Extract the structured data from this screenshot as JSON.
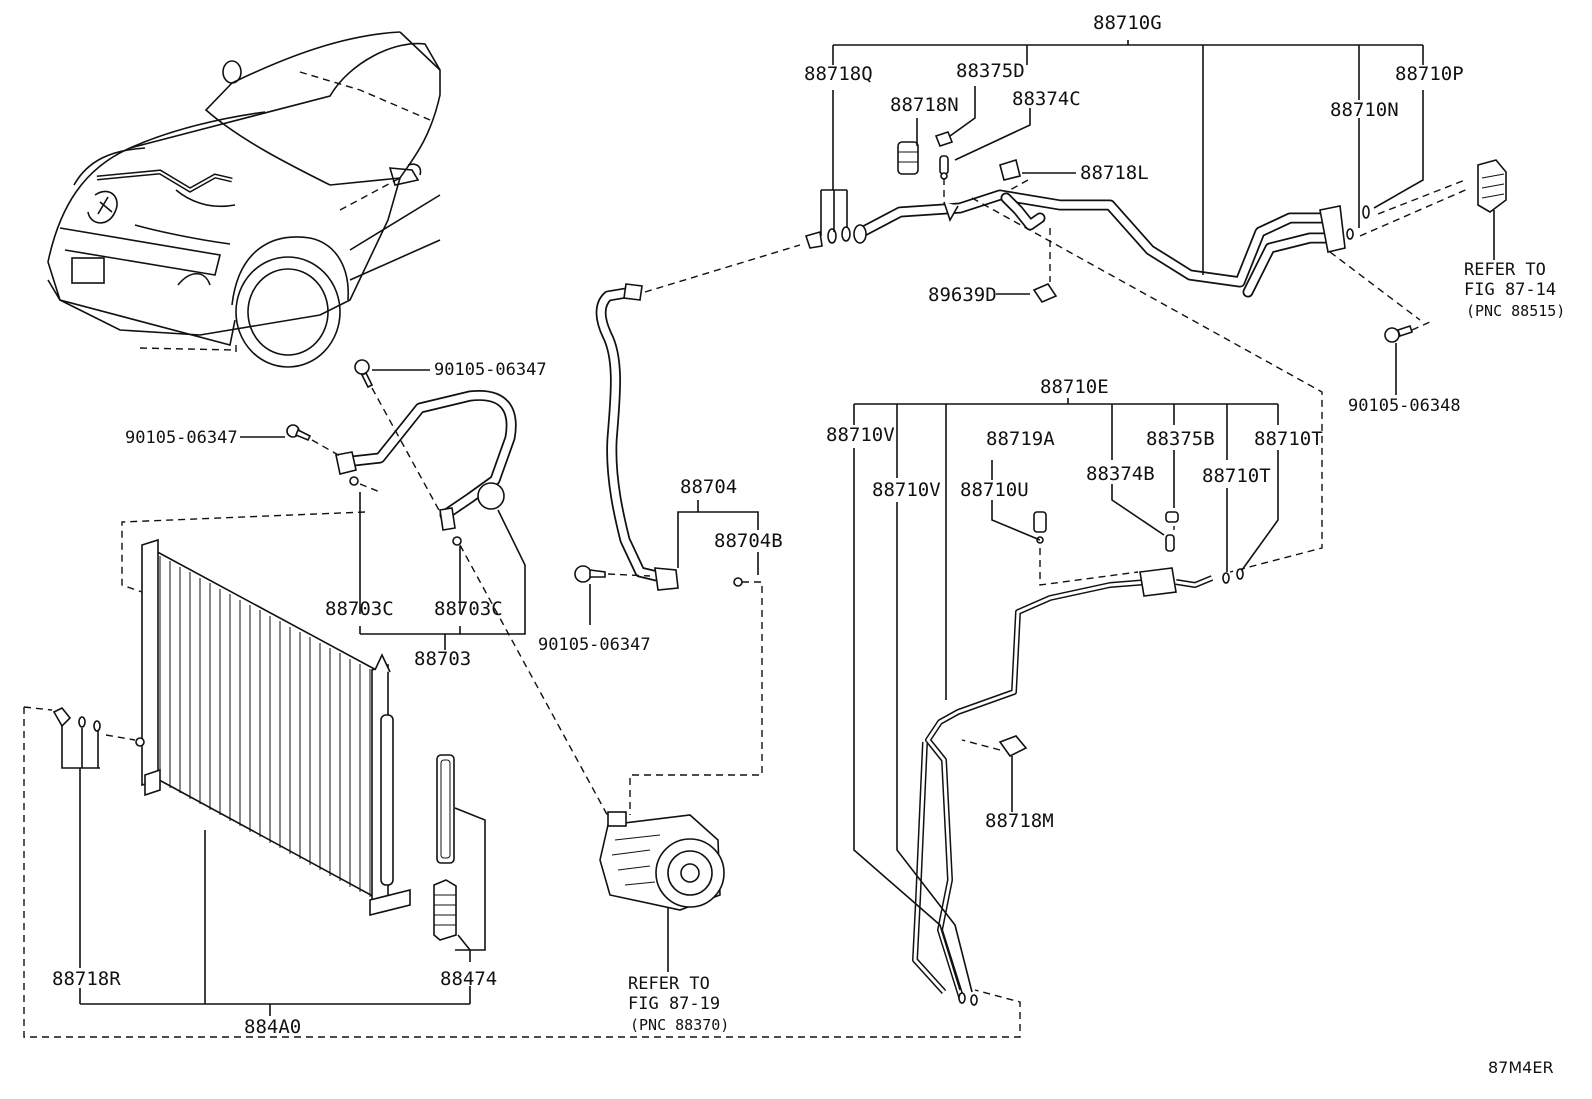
{
  "diagram_id": "87M4ER",
  "labels": {
    "p88710G": "88710G",
    "p88718Q": "88718Q",
    "p88375D": "88375D",
    "p88718N": "88718N",
    "p88374C": "88374C",
    "p88710P": "88710P",
    "p88710N": "88710N",
    "p88718L": "88718L",
    "p89639D": "89639D",
    "p90105_06348": "90105-06348",
    "p90105_06347_a": "90105-06347",
    "p90105_06347_b": "90105-06347",
    "p90105_06347_c": "90105-06347",
    "p88710E": "88710E",
    "p88710V_a": "88710V",
    "p88710V_b": "88710V",
    "p88719A": "88719A",
    "p88710U": "88710U",
    "p88375B": "88375B",
    "p88374B": "88374B",
    "p88710T_a": "88710T",
    "p88710T_b": "88710T",
    "p88704": "88704",
    "p88704B": "88704B",
    "p88703C_a": "88703C",
    "p88703C_b": "88703C",
    "p88703": "88703",
    "p88718M": "88718M",
    "p88718R": "88718R",
    "p88474": "88474",
    "p884A0": "884A0"
  },
  "refs": {
    "fig_87_14": {
      "line1": "REFER TO",
      "line2": "FIG 87-14",
      "line3": "(PNC 88515)"
    },
    "fig_87_19": {
      "line1": "REFER TO",
      "line2": "FIG 87-19",
      "line3": "(PNC 88370)"
    }
  }
}
